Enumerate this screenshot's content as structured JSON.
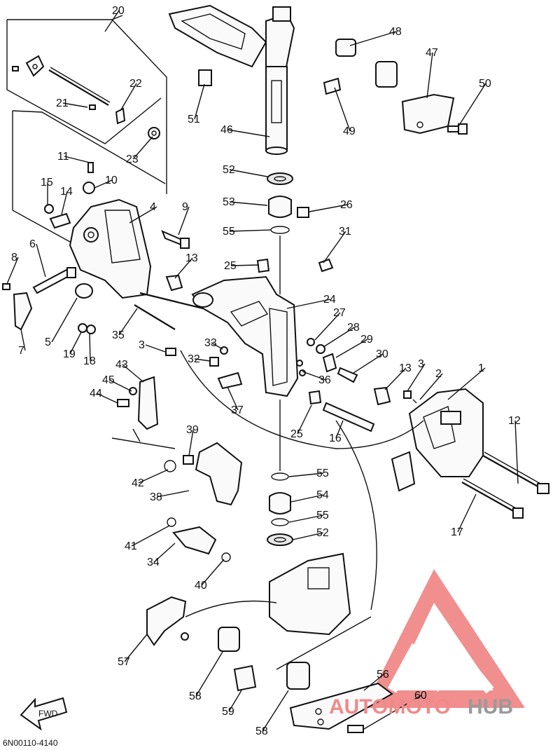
{
  "diagram": {
    "code": "6N00110-4140",
    "direction_label": "FWD",
    "callouts": [
      {
        "id": "c1",
        "text": "1"
      },
      {
        "id": "c2",
        "text": "2"
      },
      {
        "id": "c3a",
        "text": "3"
      },
      {
        "id": "c3b",
        "text": "3"
      },
      {
        "id": "c4",
        "text": "4"
      },
      {
        "id": "c5",
        "text": "5"
      },
      {
        "id": "c6",
        "text": "6"
      },
      {
        "id": "c7",
        "text": "7"
      },
      {
        "id": "c8",
        "text": "8"
      },
      {
        "id": "c9",
        "text": "9"
      },
      {
        "id": "c10",
        "text": "10"
      },
      {
        "id": "c11",
        "text": "11"
      },
      {
        "id": "c12",
        "text": "12"
      },
      {
        "id": "c13a",
        "text": "13"
      },
      {
        "id": "c13b",
        "text": "13"
      },
      {
        "id": "c14",
        "text": "14"
      },
      {
        "id": "c15",
        "text": "15"
      },
      {
        "id": "c16",
        "text": "16"
      },
      {
        "id": "c17",
        "text": "17"
      },
      {
        "id": "c18",
        "text": "18"
      },
      {
        "id": "c19",
        "text": "19"
      },
      {
        "id": "c20",
        "text": "20"
      },
      {
        "id": "c21",
        "text": "21"
      },
      {
        "id": "c22",
        "text": "22"
      },
      {
        "id": "c23",
        "text": "23"
      },
      {
        "id": "c24",
        "text": "24"
      },
      {
        "id": "c25a",
        "text": "25"
      },
      {
        "id": "c25b",
        "text": "25"
      },
      {
        "id": "c26",
        "text": "26"
      },
      {
        "id": "c27",
        "text": "27"
      },
      {
        "id": "c28",
        "text": "28"
      },
      {
        "id": "c29",
        "text": "29"
      },
      {
        "id": "c30",
        "text": "30"
      },
      {
        "id": "c31",
        "text": "31"
      },
      {
        "id": "c32",
        "text": "32"
      },
      {
        "id": "c33",
        "text": "33"
      },
      {
        "id": "c34",
        "text": "34"
      },
      {
        "id": "c35",
        "text": "35"
      },
      {
        "id": "c36",
        "text": "36"
      },
      {
        "id": "c37",
        "text": "37"
      },
      {
        "id": "c38",
        "text": "38"
      },
      {
        "id": "c39",
        "text": "39"
      },
      {
        "id": "c40",
        "text": "40"
      },
      {
        "id": "c41",
        "text": "41"
      },
      {
        "id": "c42",
        "text": "42"
      },
      {
        "id": "c43",
        "text": "43"
      },
      {
        "id": "c44",
        "text": "44"
      },
      {
        "id": "c45",
        "text": "45"
      },
      {
        "id": "c46",
        "text": "46"
      },
      {
        "id": "c47",
        "text": "47"
      },
      {
        "id": "c48",
        "text": "48"
      },
      {
        "id": "c49",
        "text": "49"
      },
      {
        "id": "c50",
        "text": "50"
      },
      {
        "id": "c51",
        "text": "51"
      },
      {
        "id": "c52a",
        "text": "52"
      },
      {
        "id": "c52b",
        "text": "52"
      },
      {
        "id": "c53",
        "text": "53"
      },
      {
        "id": "c54",
        "text": "54"
      },
      {
        "id": "c55a",
        "text": "55"
      },
      {
        "id": "c55b",
        "text": "55"
      },
      {
        "id": "c55c",
        "text": "55"
      },
      {
        "id": "c56",
        "text": "56"
      },
      {
        "id": "c57",
        "text": "57"
      },
      {
        "id": "c58a",
        "text": "58"
      },
      {
        "id": "c58b",
        "text": "58"
      },
      {
        "id": "c59",
        "text": "59"
      },
      {
        "id": "c60",
        "text": "60"
      }
    ]
  },
  "watermark": {
    "text_a": "AUTOMOTO",
    "text_b": "HUB",
    "color_a": "#f08a8a",
    "color_b": "#9a9a9a",
    "logo_color": "#ef7b7b"
  }
}
